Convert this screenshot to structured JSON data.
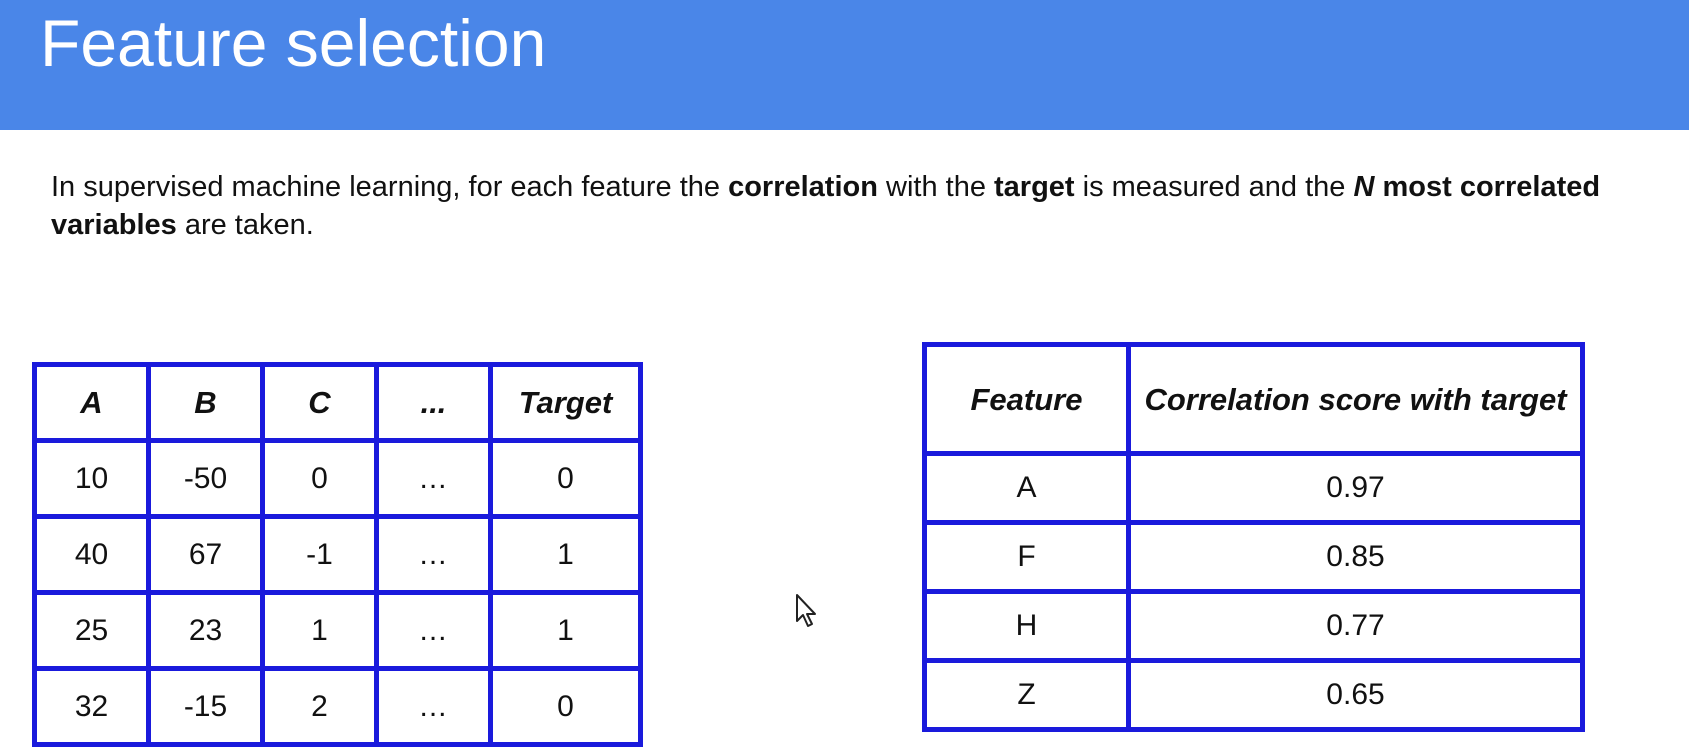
{
  "slide": {
    "title": "Feature selection",
    "body": {
      "part1": "In supervised machine learning, for each feature the ",
      "bold1": "correlation",
      "part2": " with the ",
      "bold2": "target",
      "part3": " is measured and the ",
      "n": "N",
      "bold3": " most correlated variables",
      "part4": " are taken."
    }
  },
  "data_table": {
    "headers": [
      "A",
      "B",
      "C",
      "...",
      "Target"
    ],
    "rows": [
      [
        "10",
        "-50",
        "0",
        "...",
        "0"
      ],
      [
        "40",
        "67",
        "-1",
        "...",
        "1"
      ],
      [
        "25",
        "23",
        "1",
        "...",
        "1"
      ],
      [
        "32",
        "-15",
        "2",
        "...",
        "0"
      ]
    ]
  },
  "corr_table": {
    "headers": [
      "Feature",
      "Correlation score with target"
    ],
    "rows": [
      [
        "A",
        "0.97"
      ],
      [
        "F",
        "0.85"
      ],
      [
        "H",
        "0.77"
      ],
      [
        "Z",
        "0.65"
      ]
    ]
  },
  "colors": {
    "title_bar": "#4a86e8",
    "table_border": "#1a1adc"
  },
  "icons": {
    "cursor": "mouse-pointer-icon"
  }
}
